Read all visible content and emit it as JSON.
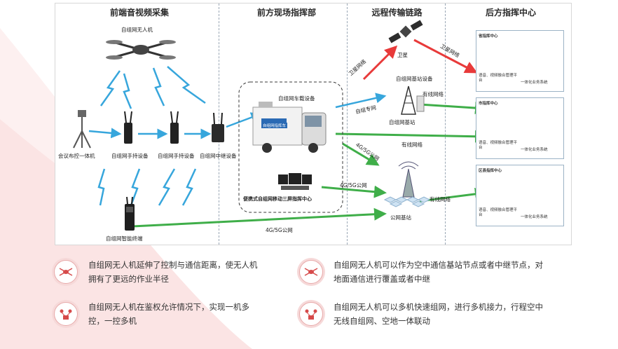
{
  "columns": [
    "前端音视频采集",
    "前方现场指挥部",
    "远程传输链路",
    "后方指挥中心"
  ],
  "devices": {
    "uav": "自组网无人机",
    "conference_unit": "会议布控一体机",
    "handheld_1": "自组网手持设备",
    "handheld_2": "自组网手持设备",
    "relay": "自组网中继设备",
    "smart_terminal": "自组网智能终端",
    "vehicle": "自组网车载设备",
    "portable_cmd": "便携式自组网移动三屏指挥中心",
    "satellite": "卫星",
    "adhoc_base": "自组网基站设备",
    "adhoc_station": "自组网基站",
    "public_station": "公网基站"
  },
  "links": {
    "satellite_left": "卫星网络",
    "satellite_right": "卫星网络",
    "adhoc_private": "自组专网",
    "wired_1": "有线网络",
    "wired_2": "有线网络",
    "wired_3": "有线网络",
    "g45_a": "4G/5G公网",
    "g45_b": "4G/5G公网",
    "g45_c": "4G/5G公网"
  },
  "vehicle_side_text": "自组网指挥车",
  "command_centers": [
    {
      "title": "省指挥中心",
      "left_caption": "语音、视频融合管理平台",
      "right_caption": "一体化业务系统"
    },
    {
      "title": "市指挥中心",
      "left_caption": "语音、视频融合管理平台",
      "right_caption": "一体化业务系统"
    },
    {
      "title": "区县指挥中心",
      "left_caption": "语音、视频融合管理平台",
      "right_caption": "一体化业务系统"
    }
  ],
  "features": [
    {
      "text_1": "自组网无人机延伸了控制与通信距离，使无人机",
      "text_2": "拥有了更远的作业半径",
      "icon": "drone-icon"
    },
    {
      "text_1": "自组网无人机可以作为空中通信基站节点或者中继节点，对",
      "text_2": "地面通信进行覆盖或者中继",
      "icon": "drone-icon"
    },
    {
      "text_1": "自组网无人机在鉴权允许情况下，实现一机多",
      "text_2": "控，一控多机",
      "icon": "multi-drone-icon"
    },
    {
      "text_1": "自组网无人机可以多机快速组网，进行多机接力，行程空中",
      "text_2": "无线自组网、空地一体联动",
      "icon": "multi-drone-icon"
    }
  ],
  "colors": {
    "accent": "#e06a6a",
    "link_blue": "#37a6dc",
    "link_green": "#3fae49",
    "satellite_red": "#e83a3a"
  }
}
